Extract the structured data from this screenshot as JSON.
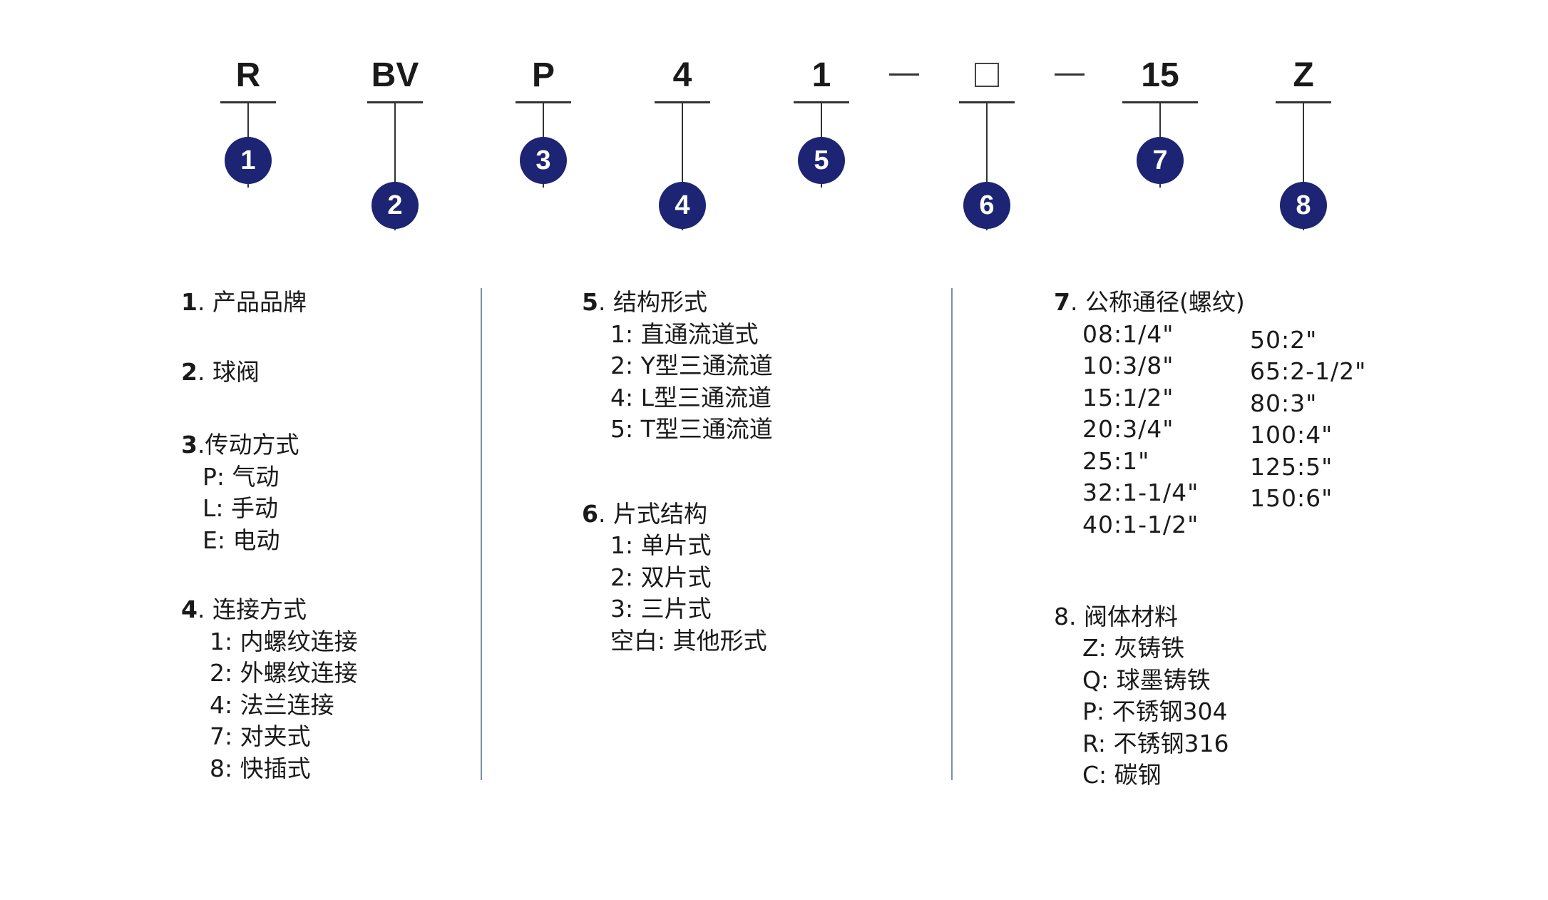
{
  "code_segments": [
    {
      "text": "R",
      "badge": "1"
    },
    {
      "text": "BV",
      "badge": "2"
    },
    {
      "text": "P",
      "badge": "3"
    },
    {
      "text": "4",
      "badge": "4"
    },
    {
      "text": "1",
      "badge": "5"
    },
    {
      "text": "",
      "badge": "6"
    },
    {
      "text": "15",
      "badge": "7"
    },
    {
      "text": "Z",
      "badge": "8"
    }
  ],
  "separators": [
    "—",
    "—"
  ],
  "colors": {
    "badge": "#1c2473",
    "divider": "#7a8fa8",
    "text": "#1a1a1a"
  },
  "legend": {
    "s1": {
      "num": "1",
      "title": ". 产品品牌"
    },
    "s2": {
      "num": "2",
      "title": ". 球阀"
    },
    "s3": {
      "num": "3",
      "title": ".传动方式",
      "items": [
        "P: 气动",
        "L: 手动",
        "E: 电动"
      ]
    },
    "s4": {
      "num": "4",
      "title": ". 连接方式",
      "items": [
        "1: 内螺纹连接",
        "2: 外螺纹连接",
        "4: 法兰连接",
        "7: 对夹式",
        "8: 快插式"
      ]
    },
    "s5": {
      "num": "5",
      "title": ". 结构形式",
      "items": [
        "1: 直通流道式",
        "2: Y型三通流道",
        "4: L型三通流道",
        "5: T型三通流道"
      ]
    },
    "s6": {
      "num": "6",
      "title": ". 片式结构",
      "items": [
        "1: 单片式",
        "2: 双片式",
        "3: 三片式",
        "空白: 其他形式"
      ]
    },
    "s7": {
      "num": "7",
      "title": ". 公称通径(螺纹)",
      "sizes_left": [
        "08:1/4\"",
        "10:3/8\"",
        "15:1/2\"",
        "20:3/4\"",
        "25:1\"",
        "32:1-1/4\"",
        "40:1-1/2\""
      ],
      "sizes_right": [
        "50:2\"",
        "65:2-1/2\"",
        "80:3\"",
        "100:4\"",
        "125:5\"",
        "150:6\""
      ]
    },
    "s8": {
      "title": "8. 阀体材料",
      "items": [
        "Z: 灰铸铁",
        "Q: 球墨铸铁",
        "P: 不锈钢304",
        "R: 不锈钢316",
        "C: 碳钢"
      ]
    }
  }
}
